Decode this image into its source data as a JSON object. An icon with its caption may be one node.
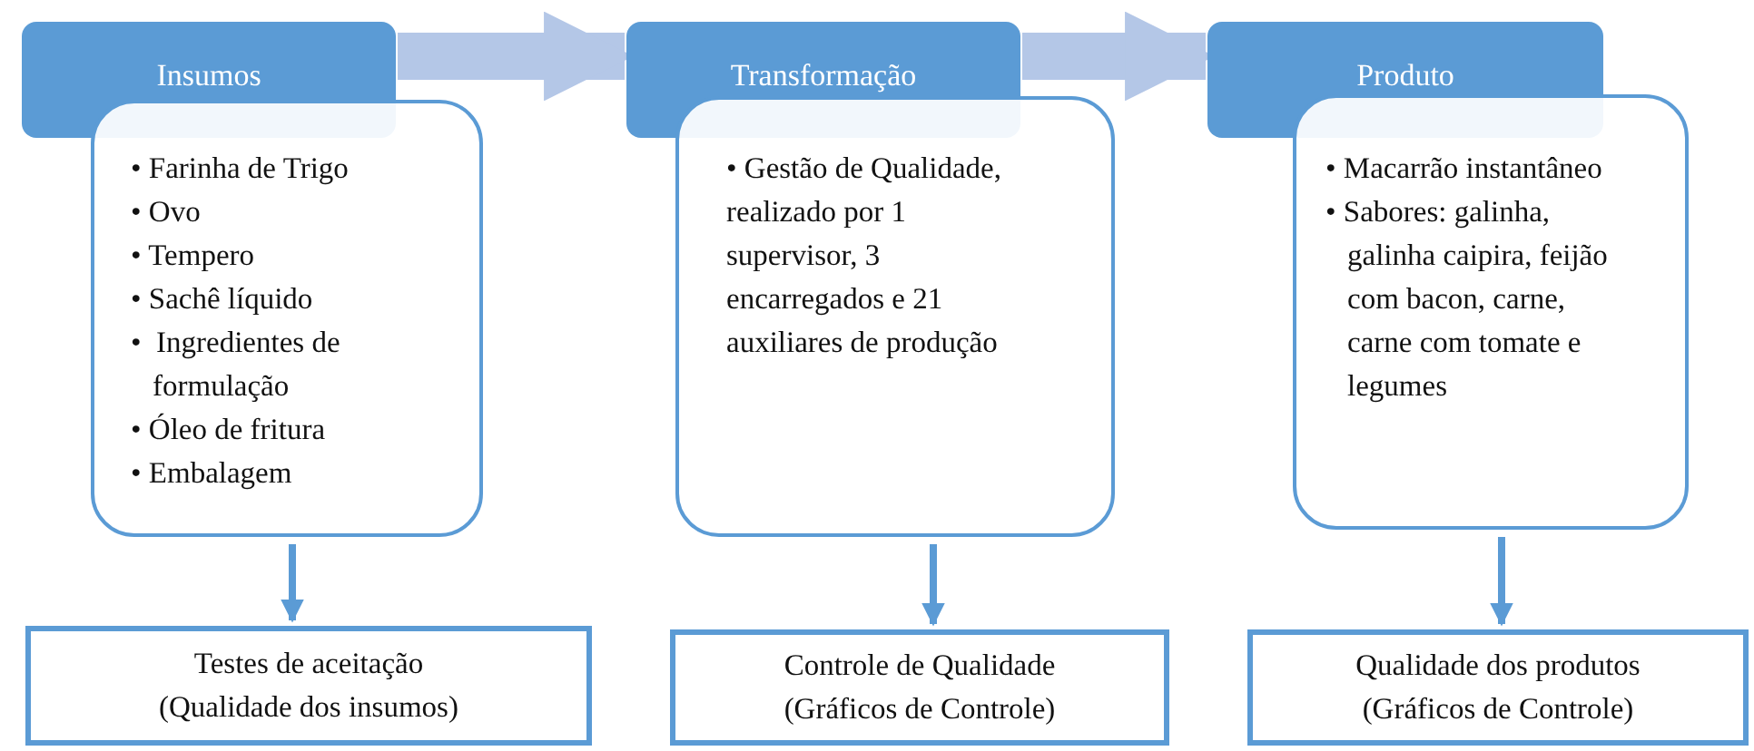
{
  "diagram": {
    "nodes": [
      {
        "text": [
          "Insumos"
        ]
      },
      {
        "text": [
          "• Farinha de Trigo",
          "• Ovo",
          "• Tempero",
          "• Sachê líquido",
          "•  Ingredientes de formulação",
          "• Óleo de fritura",
          "• Embalagem"
        ]
      },
      {
        "text": [
          "Testes de aceitação (Qualidade dos insumos)"
        ]
      },
      {
        "text": [
          "Transformação"
        ]
      },
      {
        "text": [
          "• Gestão de Qualidade, realizado por 1 supervisor, 3 encarregados e 21 auxiliares de produção"
        ]
      },
      {
        "text": [
          "Controle de Qualidade (Gráficos de Controle)"
        ]
      },
      {
        "text": [
          "Produto"
        ]
      },
      {
        "text": [
          "• Macarrão instantâneo",
          "• Sabores: galinha, galinha caipira, feijão com bacon, carne, carne com tomate e legumes"
        ]
      },
      {
        "text": [
          "Qualidade dos produtos (Gráficos de Controle)"
        ]
      }
    ],
    "edges": [
      {
        "from": 0,
        "to": 3,
        "arrow": "to",
        "style": "thick",
        "color": "#b4c7e7"
      },
      {
        "from": 3,
        "to": 6,
        "arrow": "to",
        "style": "thick",
        "color": "#b4c7e7"
      },
      {
        "from": 1,
        "to": 2,
        "arrow": "to"
      },
      {
        "from": 4,
        "to": 5,
        "arrow": "to"
      },
      {
        "from": 7,
        "to": 8,
        "arrow": "to"
      }
    ]
  }
}
